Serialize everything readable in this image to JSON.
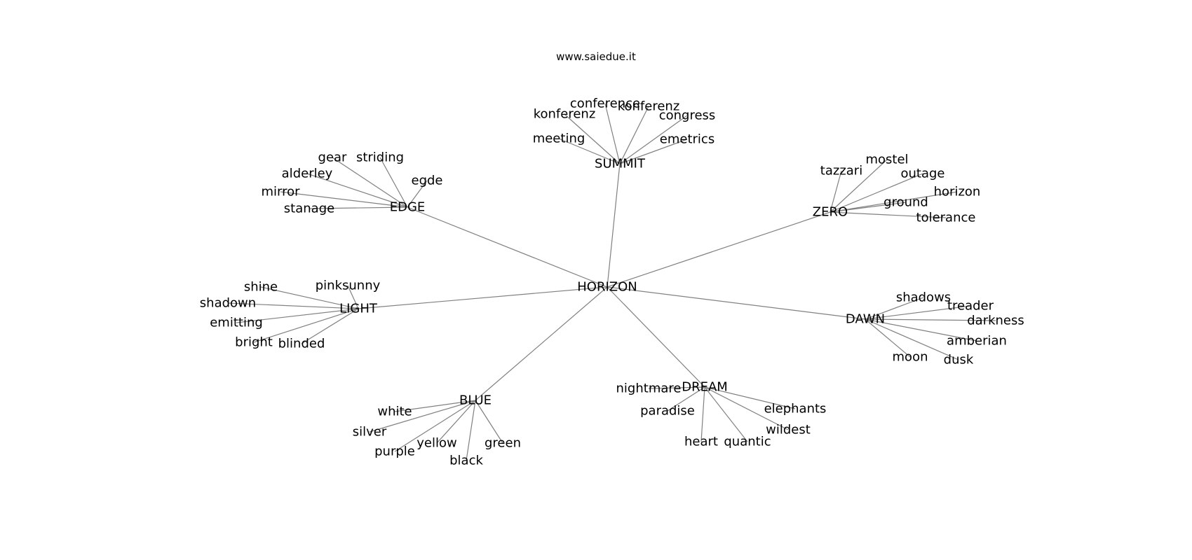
{
  "title": "www.saiedue.it",
  "graph": {
    "root": "HORIZON",
    "clusters": [
      {
        "hub": "SUMMIT",
        "leaves": [
          "conference",
          "konferenz",
          "konferenz",
          "congress",
          "meeting",
          "emetrics"
        ]
      },
      {
        "hub": "EDGE",
        "leaves": [
          "gear",
          "striding",
          "alderley",
          "egde",
          "mirror",
          "stanage"
        ]
      },
      {
        "hub": "ZERO",
        "leaves": [
          "tazzari",
          "mostel",
          "outage",
          "horizon",
          "ground",
          "tolerance"
        ]
      },
      {
        "hub": "LIGHT",
        "leaves": [
          "shine",
          "pinksunny",
          "shadown",
          "emitting",
          "bright",
          "blinded"
        ]
      },
      {
        "hub": "DAWN",
        "leaves": [
          "shadows",
          "treader",
          "darkness",
          "amberian",
          "moon",
          "dusk"
        ]
      },
      {
        "hub": "BLUE",
        "leaves": [
          "white",
          "silver",
          "purple",
          "yellow",
          "black",
          "green"
        ]
      },
      {
        "hub": "DREAM",
        "leaves": [
          "nightmare",
          "paradise",
          "elephants",
          "wildest",
          "heart",
          "quantic"
        ]
      }
    ],
    "edge_color": "#808080"
  }
}
